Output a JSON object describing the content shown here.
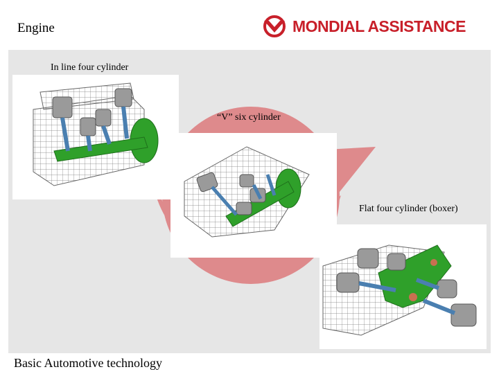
{
  "slide": {
    "title": "Engine",
    "footer": "Basic Automotive technology"
  },
  "brand": {
    "name": "MONDIAL ASSISTANCE",
    "color": "#c8202a",
    "logo_icon": "mondial-emblem-icon"
  },
  "engines": [
    {
      "caption": "In line four cylinder",
      "image": "inline-four-engine-diagram"
    },
    {
      "caption": "“V” six cylinder",
      "image": "v-six-engine-diagram"
    },
    {
      "caption": "Flat four cylinder (boxer)",
      "image": "flat-four-boxer-engine-diagram"
    }
  ],
  "colors": {
    "panel": "#e6e6e6",
    "emblem": "#de8a8c",
    "crankshaft": "#2fa02a",
    "piston": "#8c8c8c",
    "rod": "#4a7fb0"
  }
}
